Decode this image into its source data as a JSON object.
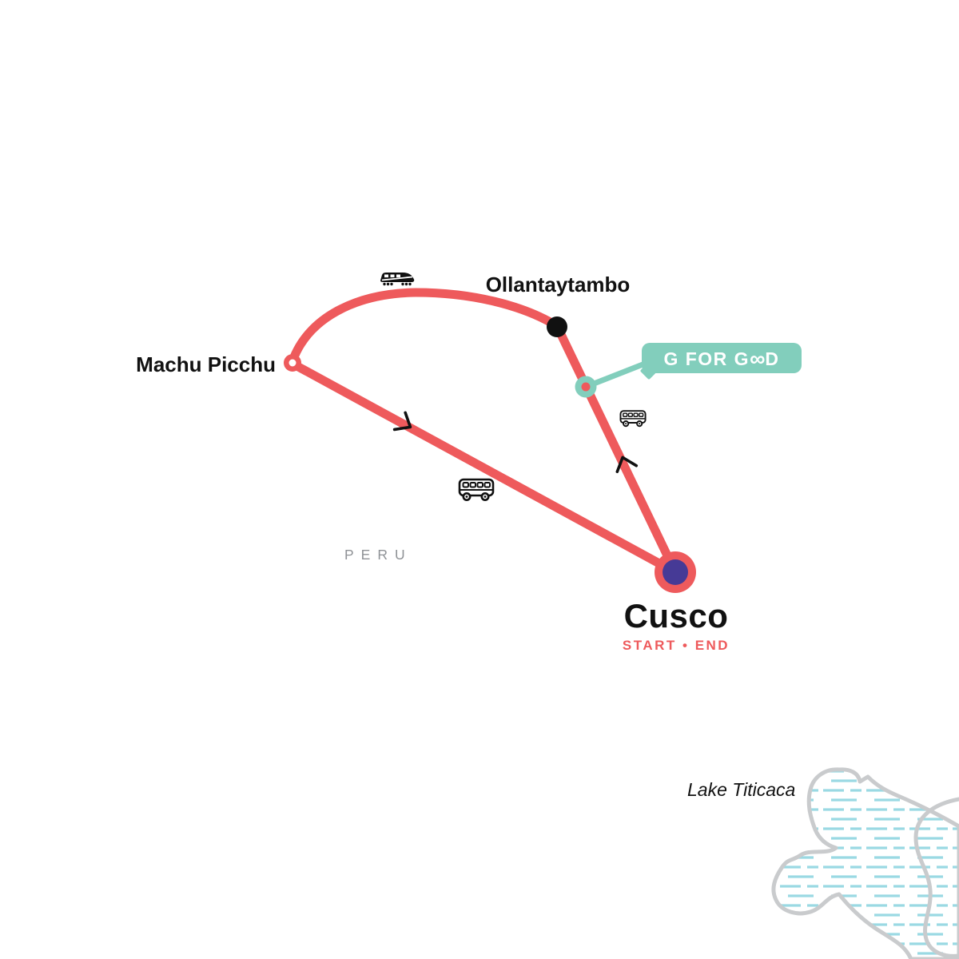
{
  "map": {
    "country_label": "PERU",
    "lake_label": "Lake Titicaca"
  },
  "badge": {
    "label": "G FOR GOOD",
    "display_parts": [
      "G FOR G",
      "∞",
      "D"
    ]
  },
  "stops": {
    "cusco": {
      "label": "Cusco",
      "subtitle": "START • END",
      "marker": "start-end"
    },
    "ollantaytambo": {
      "label": "Ollantaytambo",
      "marker": "stop"
    },
    "machu_picchu": {
      "label": "Machu Picchu",
      "marker": "visited-stop"
    }
  },
  "transport": {
    "rail_segment_icon": "train-icon",
    "road_segment_icons": [
      "bus-icon",
      "bus-icon"
    ]
  },
  "colors": {
    "route": "#EE5A5C",
    "cusco_inner": "#463A96",
    "teal": "#82CEBC",
    "ink": "#111111",
    "badge_text": "#FFFFFF",
    "country_text": "#8F9296",
    "lake_outline": "#C9CBCD",
    "lake_water": "#9AD9E3",
    "background": "#FFFFFF"
  }
}
